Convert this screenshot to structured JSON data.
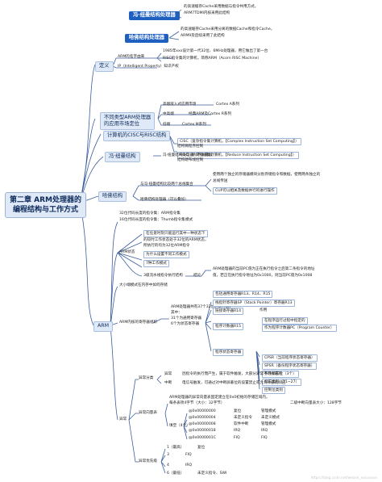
{
  "root": {
    "line1": "第二章 ARM处理器的",
    "line2": "编程结构与工作方式"
  },
  "top": {
    "feng_title": "冯·纽曼结构处理器",
    "feng_desc1": "的高速缓存Cache采用数据与指令共用方式，",
    "feng_desc2": "ARM7TDMI内核采用此结构",
    "ha_title": "哈佛结构处理器",
    "ha_desc1": "的高速缓存Cache采用分离的数据Cache和指令Cache，",
    "ha_desc2": "ARM9及后续采用了此结构"
  },
  "def": {
    "label": "定义",
    "name": "ARM的名字由来",
    "desc1": "1985年xxx设计第一代32位、6MHz处理器，用它做出了第一台",
    "desc2": "RISC指令集的计算机，简称ARM（Acorn RISC Machine）",
    "ip": "IP（Intelligent Property）知识产权"
  },
  "apps": {
    "label1": "不同类型ARM处理器",
    "label2": "的应用市场定位",
    "high": "高端嵌入式应用市场",
    "high_v": "Cortex A系列",
    "mid": "中高端",
    "mid_v": "经典ARM及Cortex R系列",
    "low": "低端",
    "low_v": "Cortex M系列"
  },
  "cisc": {
    "label": "计算机的CISC与RISC结构",
    "c1": "CISC（复杂指令集计算机，【Complex Instruction Set Computing】）",
    "c2": "结构微程序控制",
    "r1": "RISC（精简指令集计算机，【Reduce Instruction Set Computing】）",
    "r2": "结构硬布线控制"
  },
  "feng": {
    "label": "冯·纽曼结构",
    "desc": "冯·纽曼结构处理器（不做叠加）"
  },
  "harvard": {
    "label": "哈佛结构",
    "a": "与冯·纽曼结构比较两个总线集合",
    "a1": "使用两个独立的存储器模块分别存储指令和数据，使用两条独立的",
    "a2": "总线传送",
    "a3": "CUP可以相关及数据并行的进行操作",
    "b": "哈佛结构处理器（可以叠加）"
  },
  "arm": {
    "label": "ARM",
    "s1": "32位代码长度的指令集：ARM指令集",
    "s2": "16位代码长度的指令集：Thumb指令集",
    "mode": "模式",
    "arm_state": "ARM状态",
    "as1": "在任意时刻只能运行其中一种状态下",
    "as2": "的较时工作状态处于32位的ARM状态，",
    "as3": "所执行的均为32位ARM指令",
    "as4": "为什么设置不同工作模式",
    "as5": "7种工作模式",
    "pipe": "3级流水线指令执行结构",
    "pipe_c": "结论",
    "pipe_d1": "ARM处理器的当前PC值为正在执行指令之后第二条指令的地址",
    "pipe_d2": "值，若正在执行指令地址为0x1000，则当前PC值为0x1008",
    "endian": "大小端模式在内存中如何存储",
    "reg": "ARM内核的寄存器组织",
    "reg_d1": "ARM处理器共有37个32位的寄存器，",
    "reg_d2": "其中：",
    "reg_d3": "31个为通用寄存器",
    "reg_d4": "6个为状态寄存器",
    "gp": "包括通用寄存器R13、R14、R15",
    "sp": "栈指针寄存器SP（Stack Pointer）寄存器R13",
    "lr": "链接寄存器R14",
    "lr_v": "作用",
    "pc": "程序计数器R15",
    "pc_v1": "在程序运行过程中指定的",
    "pc_v2": "作为程序计数器PC（Program Counter）",
    "psr": "程序状态寄存器",
    "cpsr": "CPSR（当前程序状态寄存器）",
    "spsr": "SPSR（备份程序状态寄存器）",
    "flags": "条件标志位（3个）",
    "ctrl": "标志类别（21~27）",
    "ctl": "控制位类别",
    "exc": "异常",
    "exc_class": "异常分类",
    "ex1": "异常",
    "ex1v": "因指令的执行而产生，属于软件触发，大部分异常不可屏蔽的",
    "ex2": "中断",
    "ex2v": "电信号触发，可通过对中断屏蔽位的设置禁止或允许外部的响应",
    "vec": "异常向量表",
    "vec_d1": "ARM处理器的异常向量表固定建立在0x0初始的存储区域内，",
    "vec_d2": "每条表项4字节（大小：32字节）",
    "vec_d3": "二级中断向量表大小：128字节",
    "v1": "@0x00000000",
    "v1a": "复位",
    "v1b": "管理模式",
    "v2": "@0x00000004",
    "v2a": "未定义指令",
    "v2b": "未定义模式",
    "v3": "@0x00000008",
    "v3a": "软件中断",
    "v3b": "管理模式",
    "v4": "@0x00000018",
    "v4a": "IRQ",
    "v4b": "IRQ",
    "v5": "@0x0000001C",
    "v5a": "FIQ",
    "v5b": "FIQ",
    "fill": "填空（4个）",
    "prio": "异常优先级",
    "p1": "1（最高）",
    "p1v": "复位",
    "p3": "3",
    "p3v": "FIQ",
    "p4": "4",
    "p4v": "IRQ",
    "p6": "6（最低）",
    "p6v": "未定义指令、SWI"
  },
  "watermark": "https://blog.csdn.net/weixin_xxxxxxxx",
  "colors": {
    "line": "#3d5f9e",
    "box": "#dfe9f7",
    "accent": "#1f5fbf"
  }
}
